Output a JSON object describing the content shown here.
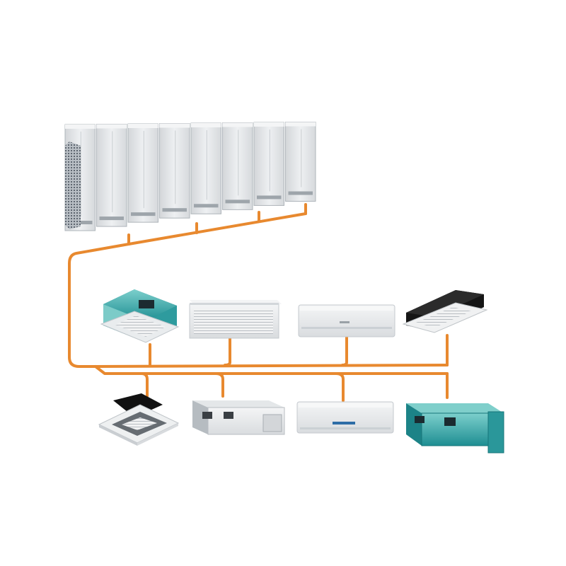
{
  "colors": {
    "pipe": "#E8892F",
    "background": "#FFFFFF",
    "unit_body": "#E7E9EB",
    "unit_shade": "#C9CDD1",
    "teal": "#2FA3A6",
    "dark": "#222222"
  },
  "outdoor_unit": {
    "modules": 8,
    "icon": "vrf-outdoor-unit-icon"
  },
  "indoor_units": [
    {
      "id": "teal-cassette",
      "icon": "four-way-cassette-icon"
    },
    {
      "id": "ceiling-floor",
      "icon": "ceiling-floor-unit-icon"
    },
    {
      "id": "wall-split-top",
      "icon": "wall-split-unit-icon"
    },
    {
      "id": "one-way-cassette",
      "icon": "one-way-cassette-icon"
    },
    {
      "id": "white-cassette",
      "icon": "four-way-cassette-icon"
    },
    {
      "id": "slim-duct",
      "icon": "slim-duct-unit-icon"
    },
    {
      "id": "wall-split-bottom",
      "icon": "wall-split-unit-icon"
    },
    {
      "id": "high-static-duct",
      "icon": "high-static-duct-icon"
    }
  ]
}
